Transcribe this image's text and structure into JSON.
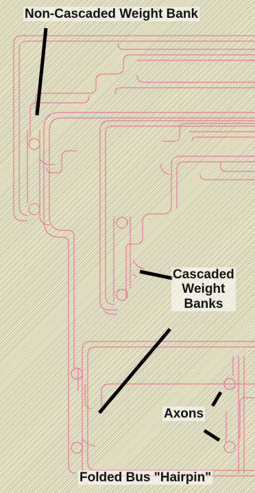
{
  "labels": {
    "non_cascaded": "Non-Cascaded Weight Bank",
    "cascaded_line1": "Cascaded",
    "cascaded_line2": "Weight",
    "cascaded_line3": "Banks",
    "axons": "Axons",
    "folded_bus": "Folded Bus \"Hairpin\""
  },
  "colors": {
    "waveguide": "#e8779a",
    "pointer": "#000000",
    "background_hatch": "#f4f0d6"
  }
}
